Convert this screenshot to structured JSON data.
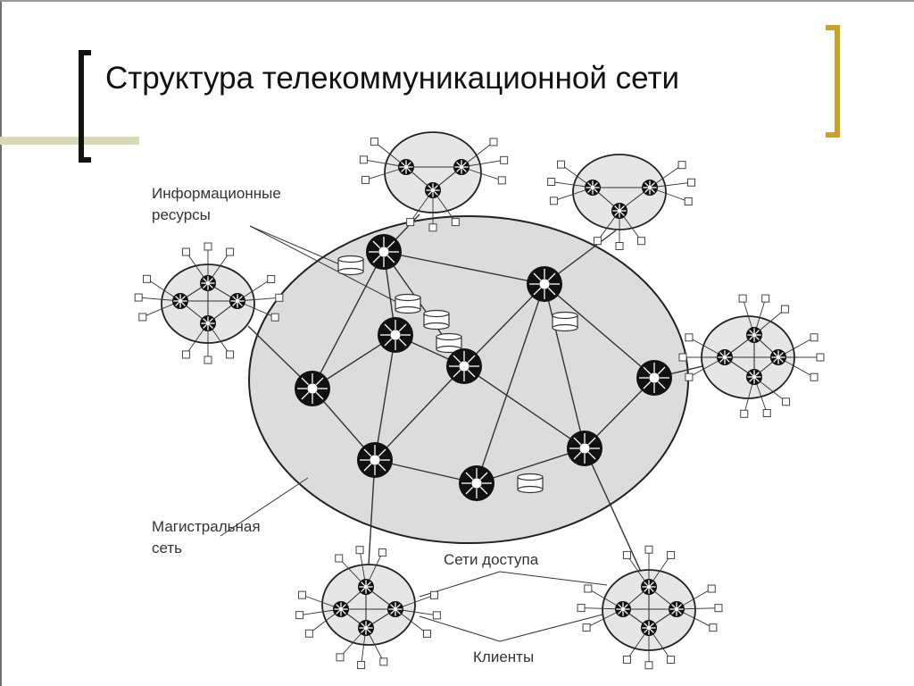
{
  "slide": {
    "title": "Структура телекоммуникационной сети"
  },
  "diagram": {
    "labels": {
      "info_resources_line1": "Информационные",
      "info_resources_line2": "ресурсы",
      "backbone_line1": "Магистральная",
      "backbone_line2": "сеть",
      "access_networks": "Сети доступа",
      "clients": "Клиенты"
    }
  },
  "colors": {
    "title_text": "#111111",
    "bracket_left": "#111111",
    "bracket_right": "#c9a227",
    "accent_bar": "#d9d9b4",
    "backbone_fill": "#dcdcdc",
    "subnet_fill": "#e6e6e6",
    "node_fill": "#111111"
  }
}
